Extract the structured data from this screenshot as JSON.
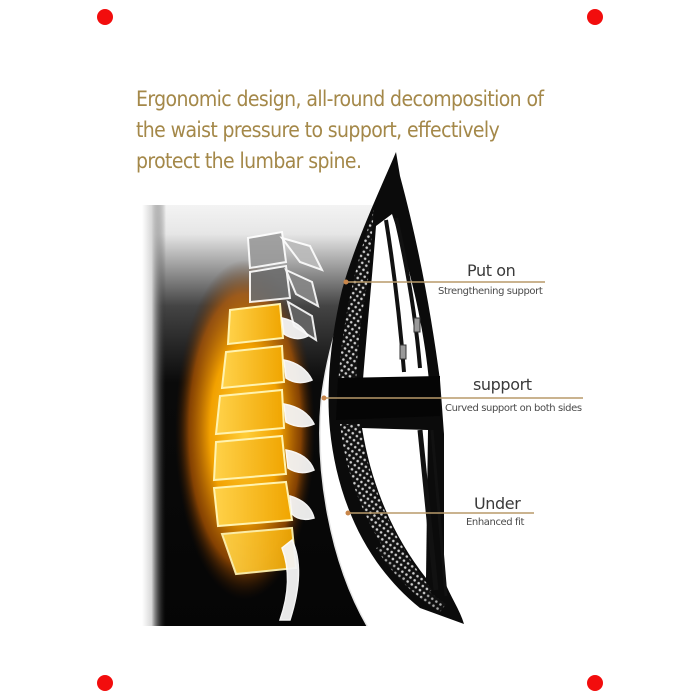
{
  "headline": {
    "lines": [
      "Ergonomic design, all-round decomposition of",
      "the waist pressure to support, effectively",
      "protect the lumbar spine."
    ],
    "color": "#a48849"
  },
  "illustration": {
    "subject": "lumbar spine x-ray with mesh lumbar support cushion",
    "highlight_color": "#f5a300"
  },
  "callouts": [
    {
      "title": "Put on",
      "subtitle": "Strengthening support"
    },
    {
      "title": "support",
      "subtitle": "Curved support on both sides"
    },
    {
      "title": "Under",
      "subtitle": "Enhanced fit"
    }
  ],
  "callout_line_color": "#b89a6a",
  "corner_markers": {
    "color": "#f20d0d",
    "count": 4
  }
}
